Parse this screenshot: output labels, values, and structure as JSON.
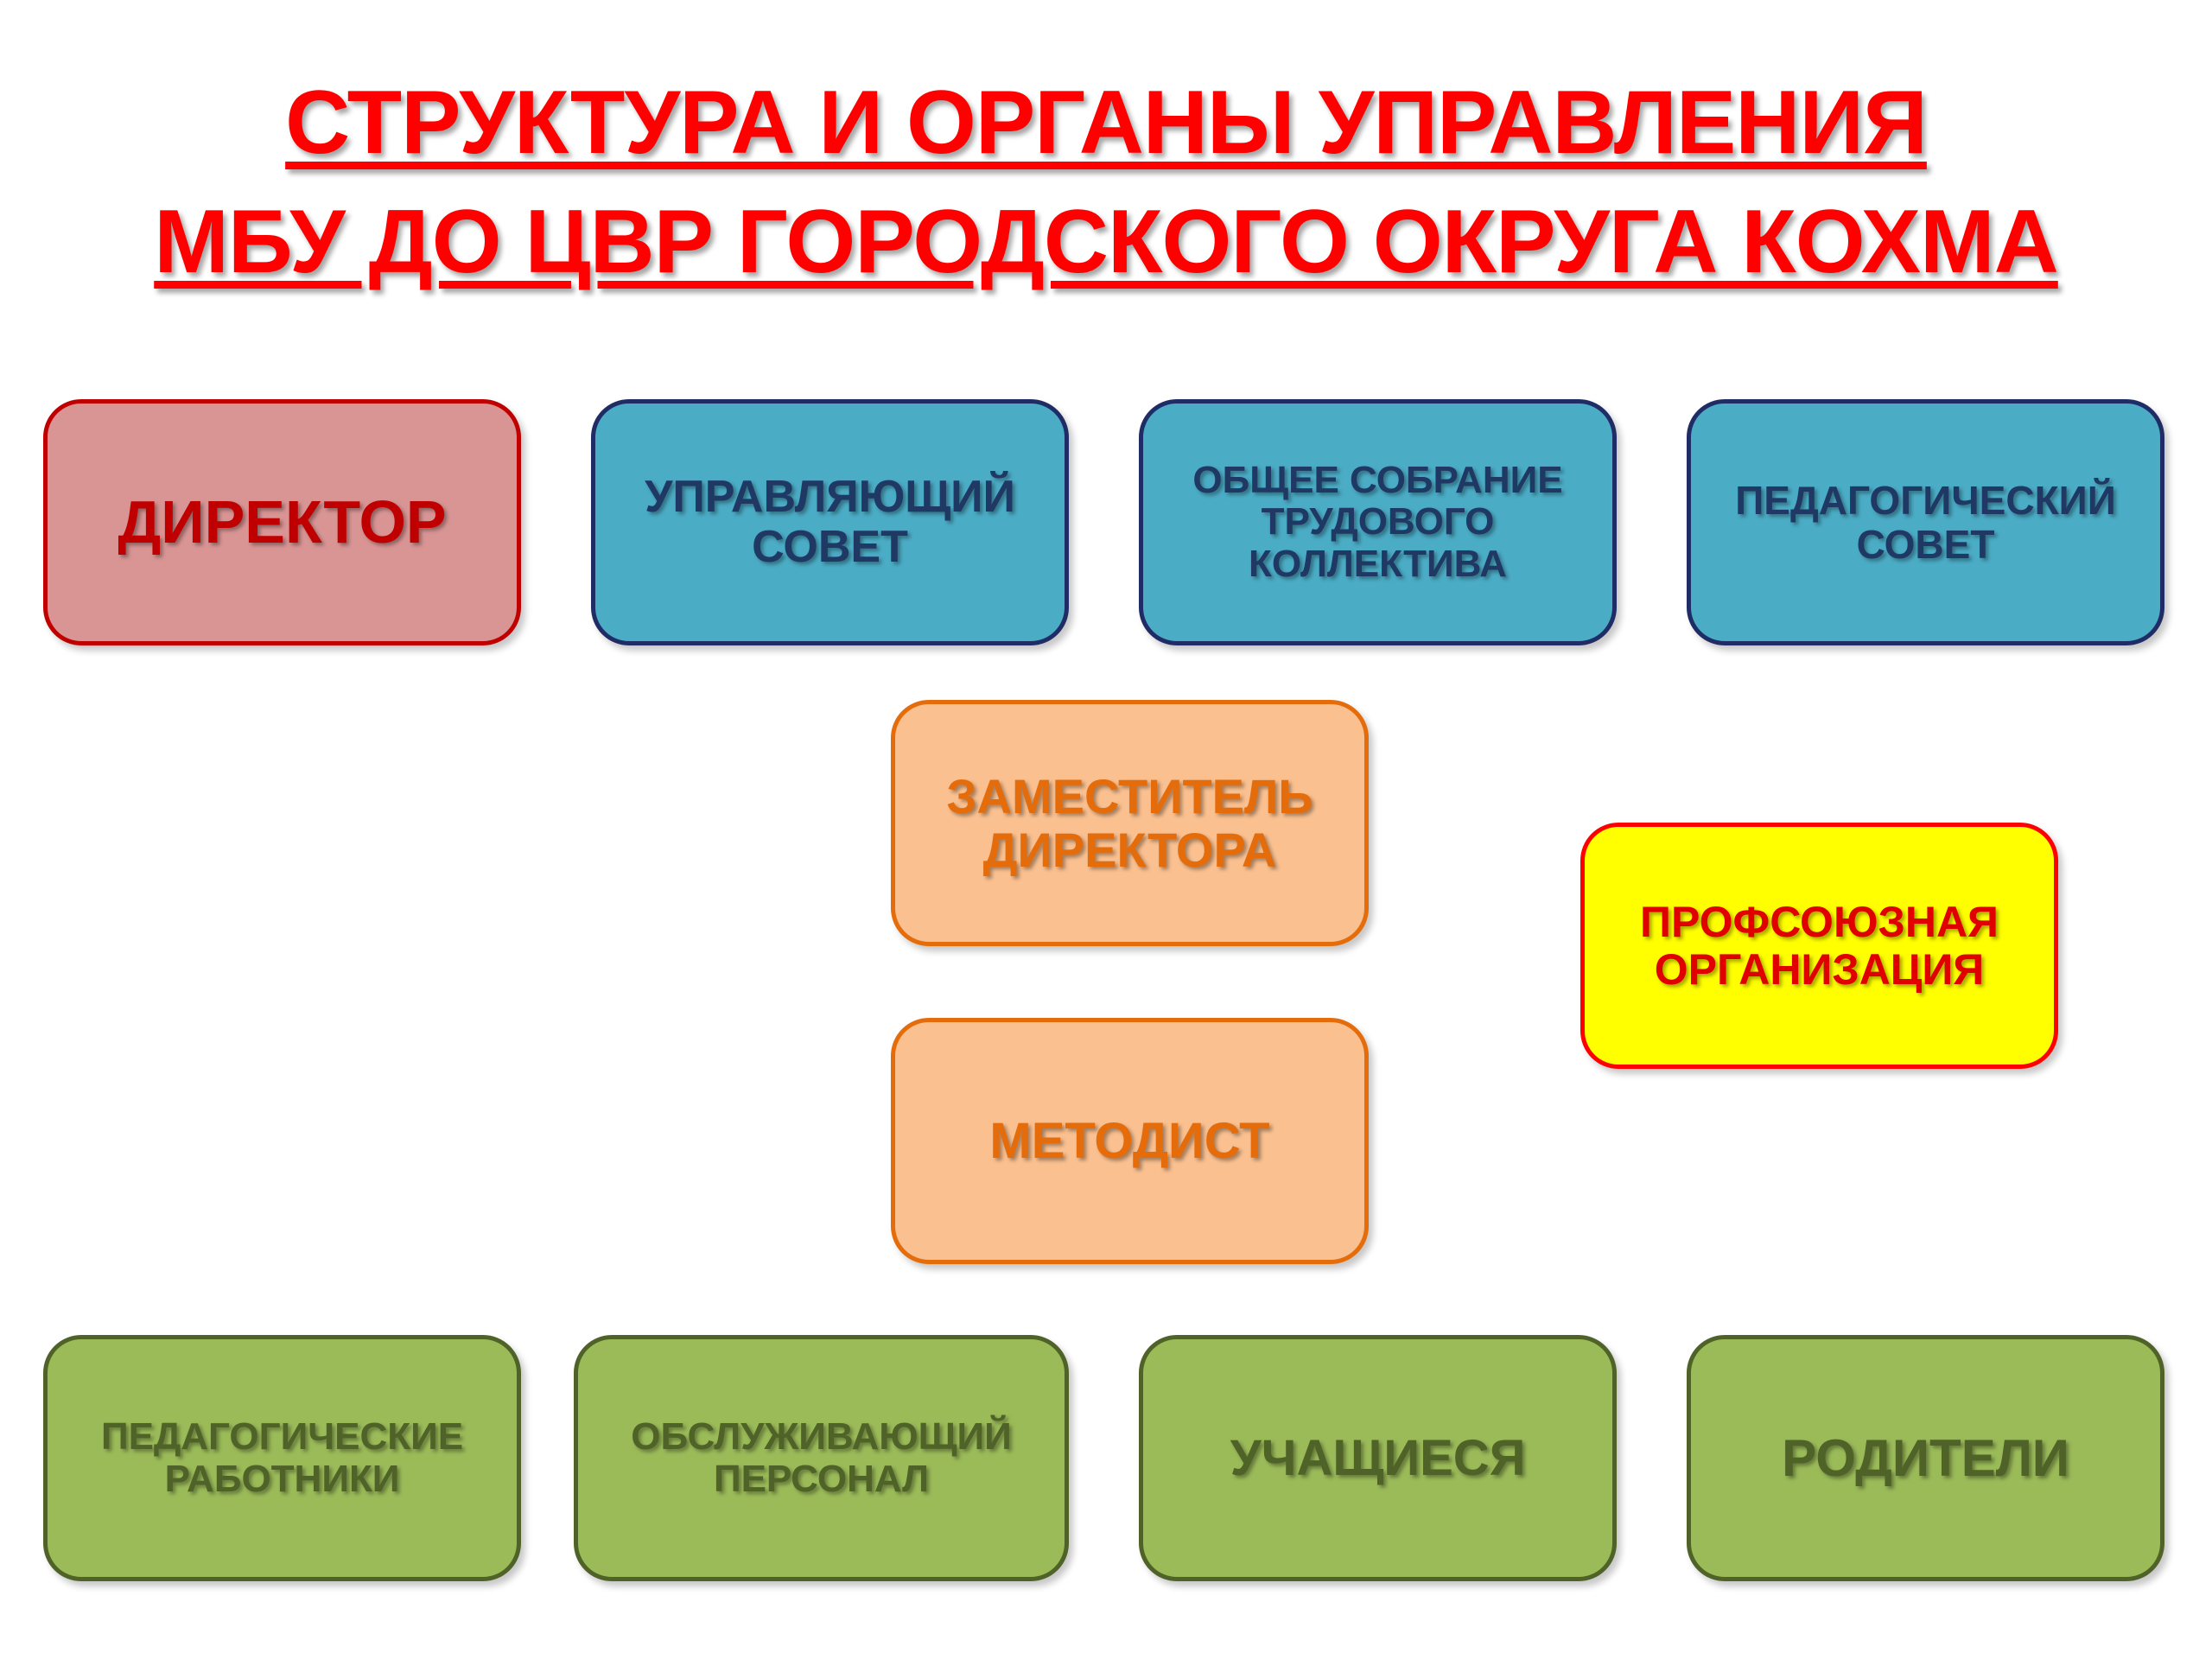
{
  "title": {
    "line1": "СТРУКТУРА И ОРГАНЫ УПРАВЛЕНИЯ",
    "line2": "МБУ ДО ЦВР ГОРОДСКОГО ОКРУГА КОХМА"
  },
  "boxes": {
    "director": "ДИРЕКТОР",
    "governing_council": "УПРАВЛЯЮЩИЙ\nСОВЕТ",
    "general_meeting": "ОБЩЕЕ СОБРАНИЕ\nТРУДОВОГО\nКОЛЛЕКТИВА",
    "pedagogical_council": "ПЕДАГОГИЧЕСКИЙ\nСОВЕТ",
    "deputy_director": "ЗАМЕСТИТЕЛЬ\nДИРЕКТОРА",
    "methodist": "МЕТОДИСТ",
    "trade_union": "ПРОФСОЮЗНАЯ\nОРГАНИЗАЦИЯ",
    "teaching_staff": "ПЕДАГОГИЧЕСКИЕ\nРАБОТНИКИ",
    "service_staff": "ОБСЛУЖИВАЮЩИЙ\nПЕРСОНАЛ",
    "students": "УЧАЩИЕСЯ",
    "parents": "РОДИТЕЛИ"
  },
  "colors": {
    "title": "#ff0000",
    "red_fill": "#d99594",
    "red_border": "#c00000",
    "red_text": "#c00000",
    "blue_fill": "#4bacc6",
    "blue_border": "#1f2c66",
    "blue_text": "#1f3864",
    "orange_fill": "#fac090",
    "orange_border": "#e46c0a",
    "orange_text": "#e46c0a",
    "yellow_fill": "#ffff00",
    "yellow_border": "#ff0000",
    "yellow_text": "#e00000",
    "green_fill": "#9bbb59",
    "green_border": "#4f6228",
    "green_text": "#4f6228"
  }
}
